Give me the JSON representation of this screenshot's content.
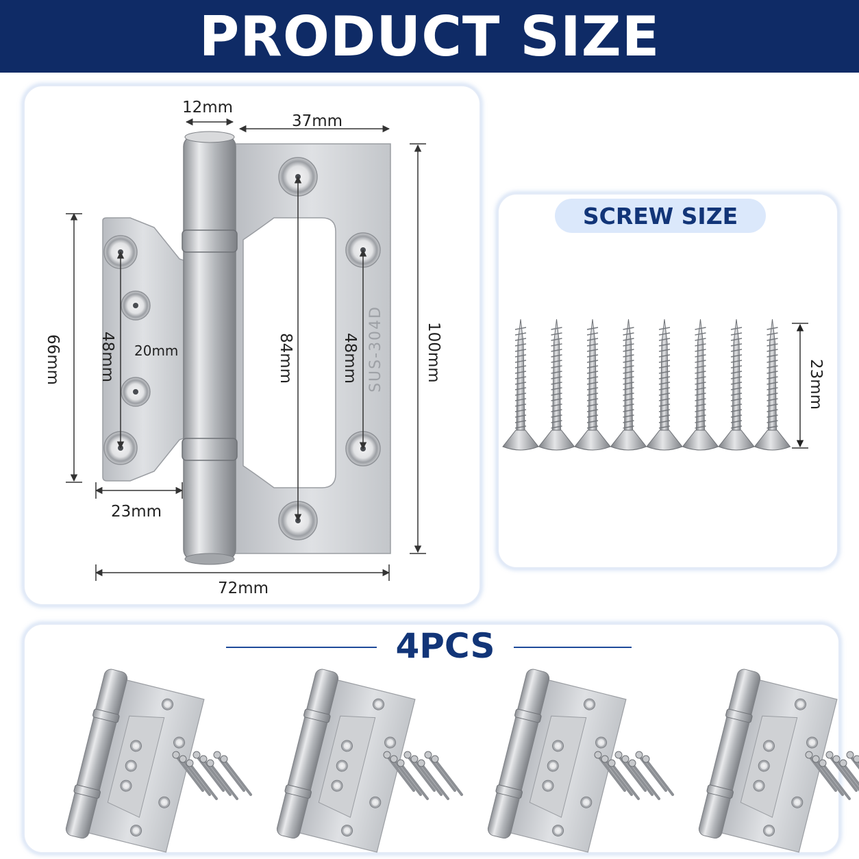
{
  "header": {
    "title": "PRODUCT SIZE"
  },
  "hinge": {
    "stamp": "SUS-304D",
    "dimensions": {
      "knuckle_width": "12mm",
      "leaf_width": "37mm",
      "total_height": "100mm",
      "small_leaf_height": "66mm",
      "small_leaf_hole_span": "48mm",
      "small_leaf_hole_pitch": "20mm",
      "large_leaf_center_span": "84mm",
      "large_leaf_hole_span": "48mm",
      "small_leaf_width": "23mm",
      "total_width": "72mm"
    }
  },
  "screws": {
    "title": "SCREW SIZE",
    "length": "23mm",
    "count_shown": 8
  },
  "package": {
    "quantity": "4PCS",
    "hinge_count_shown": 4
  },
  "colors": {
    "banner": "#0f2b66",
    "accent_text": "#123578",
    "pill": "#dbe8fb",
    "steel": "#c9ccd0"
  }
}
